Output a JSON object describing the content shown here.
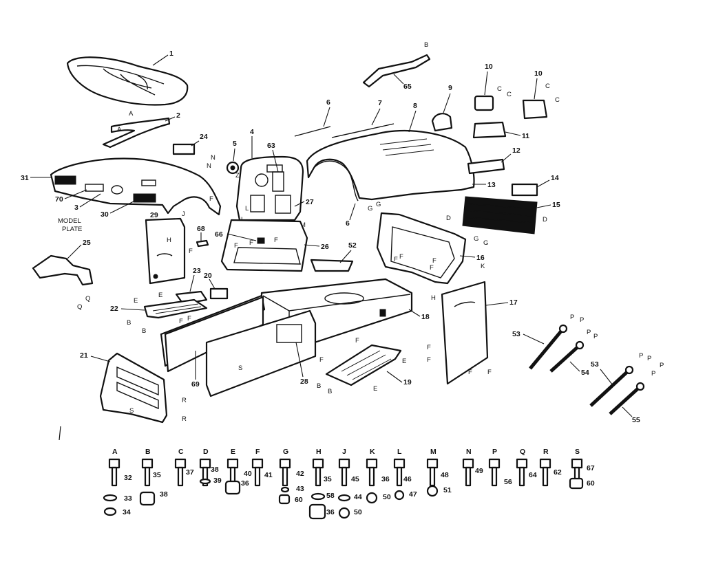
{
  "diagram": {
    "callouts": {
      "n1": "1",
      "n2": "2",
      "n3": "3",
      "n4": "4",
      "n5": "5",
      "n6": "6",
      "n6b": "6",
      "n7": "7",
      "n8": "8",
      "n9": "9",
      "n10a": "10",
      "n10b": "10",
      "n11": "11",
      "n12": "12",
      "n13": "13",
      "n14": "14",
      "n15": "15",
      "n16": "16",
      "n17": "17",
      "n18": "18",
      "n19": "19",
      "n20": "20",
      "n21": "21",
      "n22": "22",
      "n23": "23",
      "n24": "24",
      "n25": "25",
      "n26": "26",
      "n27": "27",
      "n28": "28",
      "n29": "29",
      "n30": "30",
      "n31": "31",
      "n52": "52",
      "n53a": "53",
      "n53b": "53",
      "n54": "54",
      "n55": "55",
      "n63": "63",
      "n65": "65",
      "n66": "66",
      "n68": "68",
      "n69": "69",
      "n70": "70"
    },
    "model_plate_line1": "MODEL",
    "model_plate_line2": "PLATE",
    "hardware_letters": [
      "A",
      "B",
      "C",
      "D",
      "E",
      "F",
      "G",
      "H",
      "J",
      "K",
      "L",
      "M",
      "N",
      "P",
      "Q",
      "R",
      "S"
    ],
    "hardware_numbers": {
      "h32": "32",
      "h33": "33",
      "h34": "34",
      "h35a": "35",
      "h38a": "38",
      "h37": "37",
      "h38b": "38",
      "h39": "39",
      "h40": "40",
      "h36a": "36",
      "h41": "41",
      "h42": "42",
      "h43": "43",
      "h60a": "60",
      "h35b": "35",
      "h58": "58",
      "h36b": "36",
      "h45": "45",
      "h44": "44",
      "h50a": "50",
      "h36c": "36",
      "h50b": "50",
      "h46": "46",
      "h47": "47",
      "h48": "48",
      "h51": "51",
      "h49": "49",
      "h56": "56",
      "h64": "64",
      "h62": "62",
      "h67": "67",
      "h60b": "60"
    }
  }
}
